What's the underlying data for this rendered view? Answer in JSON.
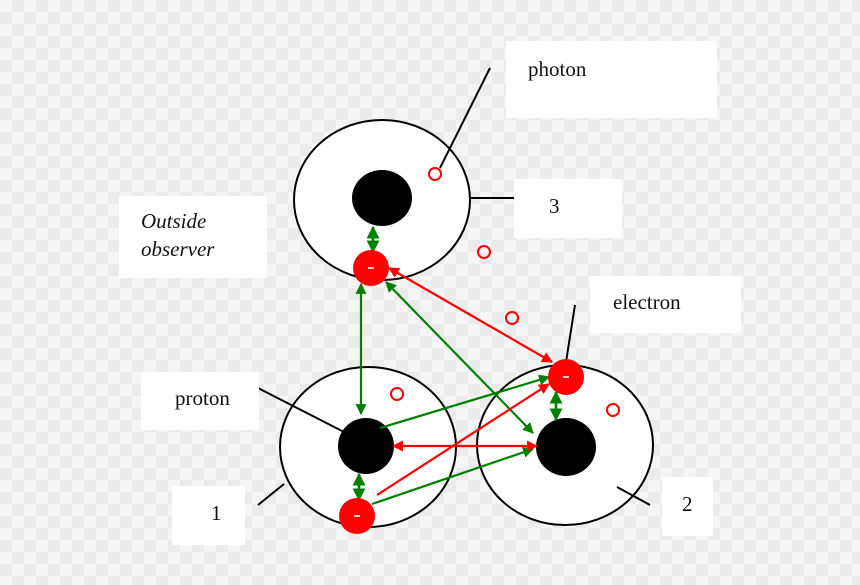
{
  "labels": {
    "photon": "photon",
    "outside_observer_line1": "Outside",
    "outside_observer_line2": "observer",
    "atom3": "3",
    "electron": "electron",
    "proton": "proton",
    "atom1": "1",
    "atom2": "2"
  },
  "colors": {
    "atom_fill": "#ffffff",
    "nucleus": "#000000",
    "electron": "#ff0000",
    "photon": "#ff0000",
    "red_arrow": "#ff0000",
    "green_arrow": "#008000",
    "pointer_line": "#000000"
  },
  "icons": {
    "arrowhead": "triangle-arrowhead",
    "photon_marker": "hollow-red-circle",
    "electron_marker": "filled-red-circle"
  }
}
